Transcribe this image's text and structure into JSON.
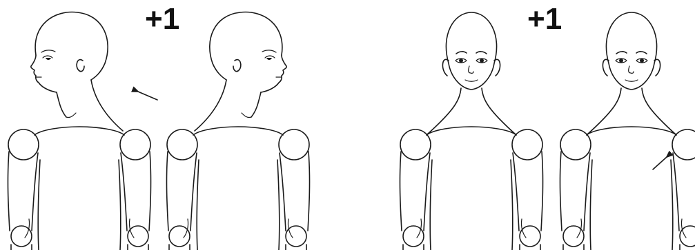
{
  "panels": [
    {
      "score": "+1",
      "view": "side-profile"
    },
    {
      "score": "+1",
      "view": "frontal"
    }
  ]
}
